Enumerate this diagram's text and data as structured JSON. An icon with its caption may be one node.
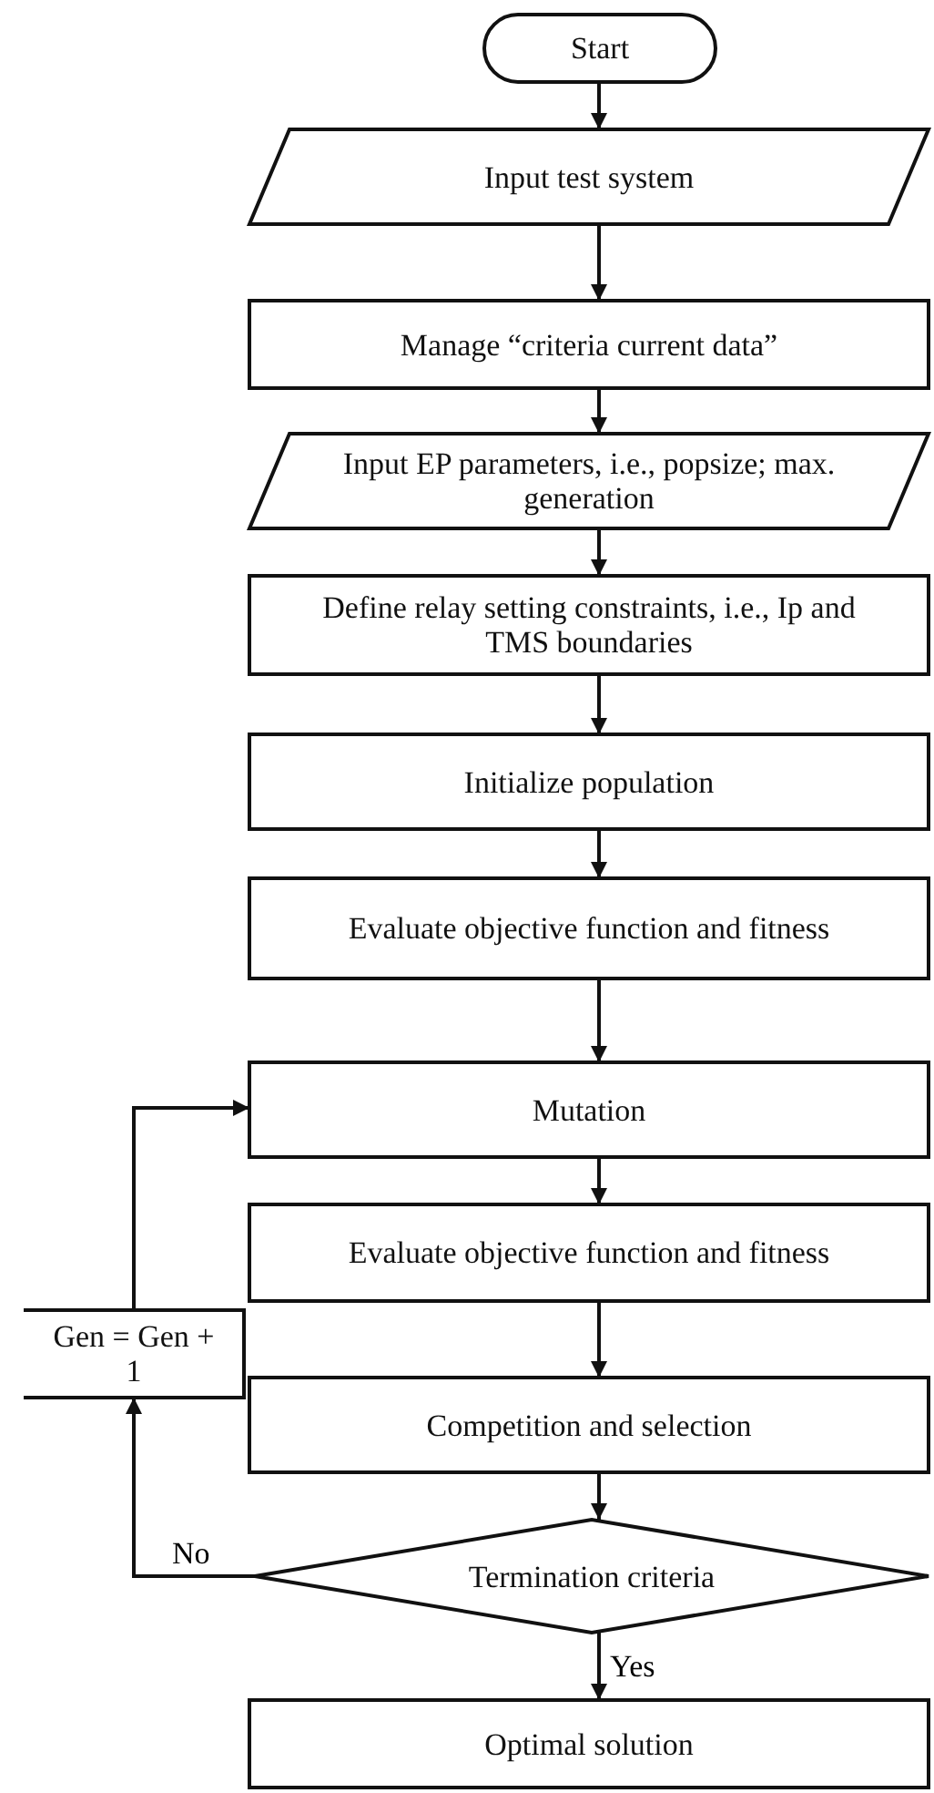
{
  "diagram": {
    "nodes": [
      {
        "text": [
          "Start"
        ]
      },
      {
        "text": [
          "Input test system"
        ]
      },
      {
        "text": [
          "Manage “criteria current data”"
        ]
      },
      {
        "text": [
          "Input EP parameters, i.e., popsize; max. generation"
        ]
      },
      {
        "text": [
          "Define relay setting constraints, i.e., Ip and TMS boundaries"
        ]
      },
      {
        "text": [
          "Initialize population"
        ]
      },
      {
        "text": [
          "Evaluate objective function and fitness"
        ]
      },
      {
        "text": [
          "Mutation"
        ]
      },
      {
        "text": [
          "Evaluate objective function and fitness"
        ]
      },
      {
        "text": [
          "Gen = Gen + 1"
        ]
      },
      {
        "text": [
          "Competition and selection"
        ]
      },
      {
        "text": [
          "Termination criteria"
        ]
      },
      {
        "text": [
          "Optimal solution"
        ]
      }
    ],
    "edges": [
      {
        "from": 0,
        "to": 1,
        "arrow": "to"
      },
      {
        "from": 1,
        "to": 2,
        "arrow": "to"
      },
      {
        "from": 2,
        "to": 3,
        "arrow": "to"
      },
      {
        "from": 3,
        "to": 4,
        "arrow": "to"
      },
      {
        "from": 4,
        "to": 5,
        "arrow": "to"
      },
      {
        "from": 5,
        "to": 6,
        "arrow": "to"
      },
      {
        "from": 6,
        "to": 7,
        "arrow": "to"
      },
      {
        "from": 7,
        "to": 8,
        "arrow": "to"
      },
      {
        "from": 8,
        "to": 10,
        "arrow": "to"
      },
      {
        "from": 10,
        "to": 11,
        "arrow": "to"
      },
      {
        "from": 11,
        "to": 12,
        "arrow": "to",
        "label": "Yes"
      },
      {
        "from": 11,
        "to": 9,
        "arrow": "to",
        "label": "No"
      },
      {
        "from": 9,
        "to": 7,
        "arrow": "to"
      }
    ]
  }
}
